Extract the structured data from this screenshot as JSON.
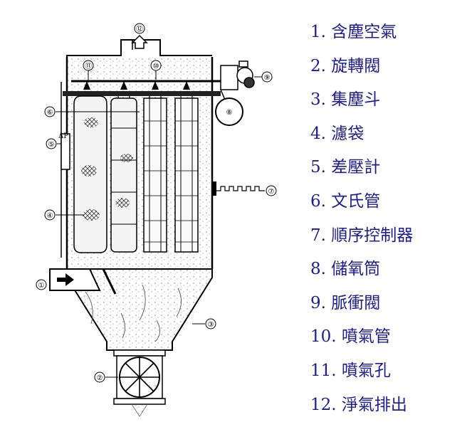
{
  "legend": {
    "items": [
      "1. 含塵空氣",
      "2. 旋轉閥",
      "3. 集塵斗",
      "4. 濾袋",
      "5. 差壓計",
      "6. 文氏管",
      "7. 順序控制器",
      "8. 儲氧筒",
      "9. 脈衝閥",
      "10. 噴氣管",
      "11. 噴氣孔",
      "12. 淨氣排出"
    ]
  },
  "callouts": {
    "c1": "①",
    "c2": "②",
    "c3": "③",
    "c4": "④",
    "c5": "⑤",
    "c6": "⑥",
    "c7": "⑦",
    "c8": "⑧",
    "c9": "⑨",
    "c10": "⑩",
    "c11": "⑪",
    "c12": "⑫",
    "dp": "ΔP"
  }
}
